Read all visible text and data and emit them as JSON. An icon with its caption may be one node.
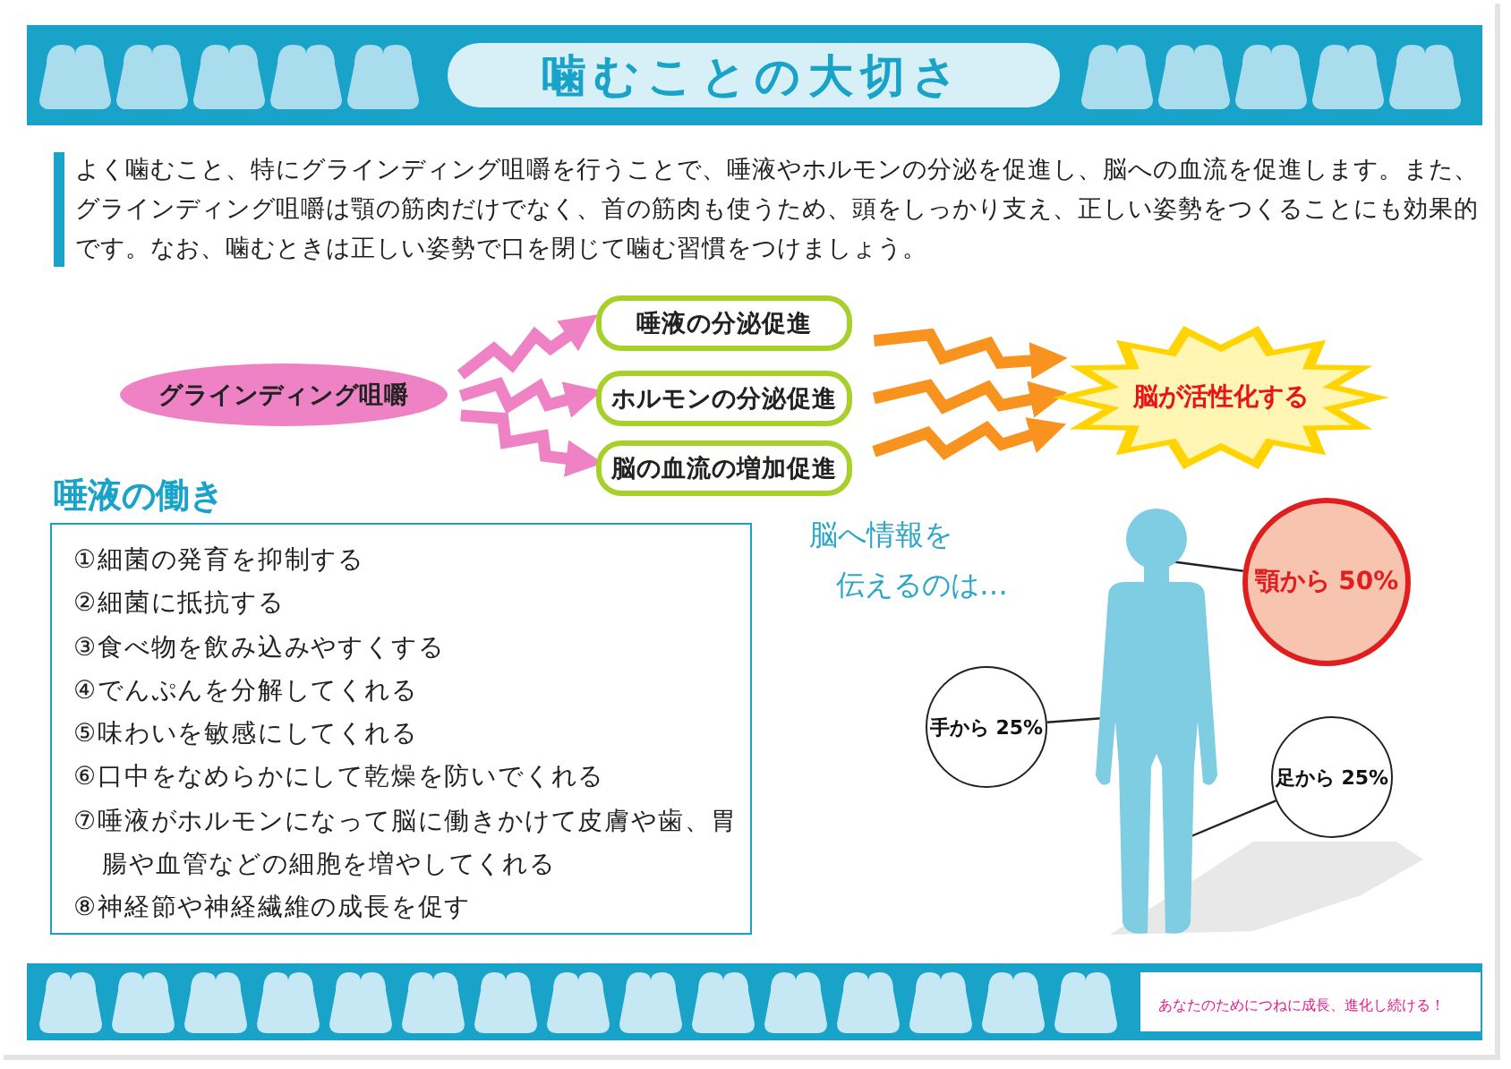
{
  "diagram": {
    "title": "噛むことの大切さ",
    "nodes": [
      {
        "text": [
          "グラインディング咀嚼"
        ]
      },
      {
        "text": [
          "唾液の分泌促進"
        ]
      },
      {
        "text": [
          "ホルモンの分泌促進"
        ]
      },
      {
        "text": [
          "脳の血流の増加促進"
        ]
      },
      {
        "text": [
          "脳が活性化する"
        ]
      },
      {
        "text": [],
        "shape": "person"
      },
      {
        "text": [
          "顎から 50%"
        ]
      },
      {
        "text": [
          "手から 25%"
        ]
      },
      {
        "text": [
          "足から 25%"
        ]
      }
    ],
    "edges": [
      {
        "from": 0,
        "to": 1,
        "arrow": "to",
        "color": "#ee82c5"
      },
      {
        "from": 0,
        "to": 2,
        "arrow": "to",
        "color": "#ee82c5"
      },
      {
        "from": 0,
        "to": 3,
        "arrow": "to",
        "color": "#ee82c5"
      },
      {
        "from": 1,
        "to": 4,
        "arrow": "to",
        "color": "#f7931e"
      },
      {
        "from": 2,
        "to": 4,
        "arrow": "to",
        "color": "#f7931e"
      },
      {
        "from": 3,
        "to": 4,
        "arrow": "to",
        "color": "#f7931e"
      },
      {
        "from": 6,
        "to": 5,
        "arrow": "none",
        "color": "#222222"
      },
      {
        "from": 7,
        "to": 5,
        "arrow": "none",
        "color": "#222222"
      },
      {
        "from": 8,
        "to": 5,
        "arrow": "none",
        "color": "#222222"
      }
    ],
    "labels": [
      "よく噛むこと、特にグラインディング咀嚼を行うことで、唾液やホルモンの分泌を促進し、脳への血流を促進します。また、グラインディング咀嚼は顎の筋肉だけでなく、首の筋肉も使うため、頭をしっかり支え、正しい姿勢をつくることにも効果的です。なお、噛むときは正しい姿勢で口を閉じて噛む習慣をつけましょう。",
      "唾液の働き",
      "①細菌の発育を抑制する",
      "②細菌に抵抗する",
      "③食べ物を飲み込みやすくする",
      "④でんぷんを分解してくれる",
      "⑤味わいを敏感にしてくれる",
      "⑥口中をなめらかにして乾燥を防いでくれる",
      "⑦唾液がホルモンになって脳に働きかけて皮膚や歯、胃腸や血管などの細胞を増やしてくれる",
      "⑧神経節や神経繊維の成長を促す",
      "脳へ情報を",
      "伝えるのは…",
      "あなたのためにつねに成長、進化し続ける！"
    ]
  }
}
